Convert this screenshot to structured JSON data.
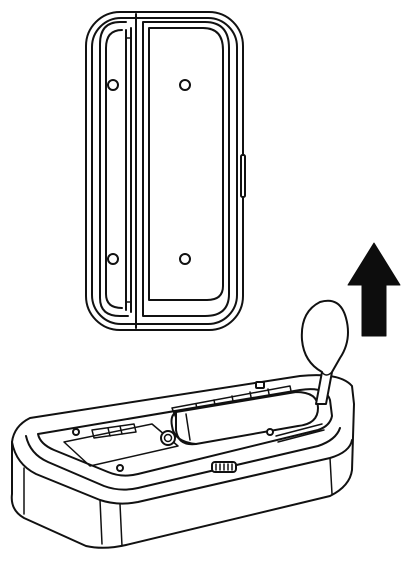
{
  "colors": {
    "background": "#ffffff",
    "line": "#111111",
    "fill": "#ffffff",
    "arrow": "#0d0d0d"
  },
  "icons": {
    "sensor": "door-window-sensor-illustration",
    "magnet": "magnet-unit-illustration",
    "battery_tray": "battery-compartment-illustration",
    "pull_tab": "battery-pull-tab-illustration",
    "arrow": "upward-arrow-icon"
  }
}
